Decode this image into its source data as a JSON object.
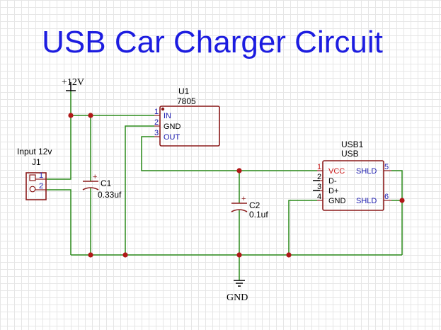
{
  "title": "USB Car Charger Circuit",
  "colors": {
    "title": "#1c1ce0",
    "wire": "#2a8a1a",
    "component": "#8b1a1a",
    "pin_name": "#1c1cb0",
    "pin_number": "#1c1cb0",
    "power_pin": "#cc1a1a",
    "junction": "#b01818"
  },
  "power": {
    "supply_label": "+12V",
    "ground_label": "GND"
  },
  "components": {
    "j1": {
      "value": "Input 12v",
      "reference": "J1",
      "pins": [
        "1",
        "2"
      ]
    },
    "c1": {
      "reference": "C1",
      "value": "0.33uf",
      "plus": "+"
    },
    "c2": {
      "reference": "C2",
      "value": "0.1uf",
      "plus": "+"
    },
    "u1": {
      "reference": "U1",
      "value": "7805",
      "pins": [
        {
          "number": "1",
          "name": "IN"
        },
        {
          "number": "2",
          "name": "GND"
        },
        {
          "number": "3",
          "name": "OUT"
        }
      ]
    },
    "usb1": {
      "reference": "USB1",
      "value": "USB",
      "left_pins": [
        {
          "number": "1",
          "name": "VCC"
        },
        {
          "number": "2",
          "name": "D-"
        },
        {
          "number": "3",
          "name": "D+"
        },
        {
          "number": "4",
          "name": "GND"
        }
      ],
      "right_pins": [
        {
          "number": "5",
          "name": "SHLD"
        },
        {
          "number": "6",
          "name": "SHLD"
        }
      ]
    }
  }
}
